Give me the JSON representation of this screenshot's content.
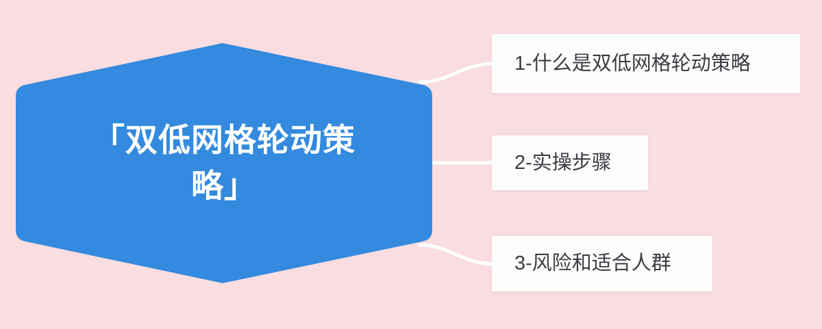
{
  "canvas": {
    "background_color": "#f9dde0",
    "connector_color": "#ffffff"
  },
  "root": {
    "title": "「双低网格轮动策略」",
    "shape": "hexagon",
    "fill_color": "#338ade",
    "text_color": "#ffffff"
  },
  "branches": [
    {
      "label": "1-什么是双低网格轮动策略",
      "background_color": "#fdfdfd",
      "text_color": "#3c3c43"
    },
    {
      "label": "2-实操步骤",
      "background_color": "#fdfdfd",
      "text_color": "#3c3c43"
    },
    {
      "label": "3-风险和适合人群",
      "background_color": "#fdfdfd",
      "text_color": "#3c3c43"
    }
  ]
}
